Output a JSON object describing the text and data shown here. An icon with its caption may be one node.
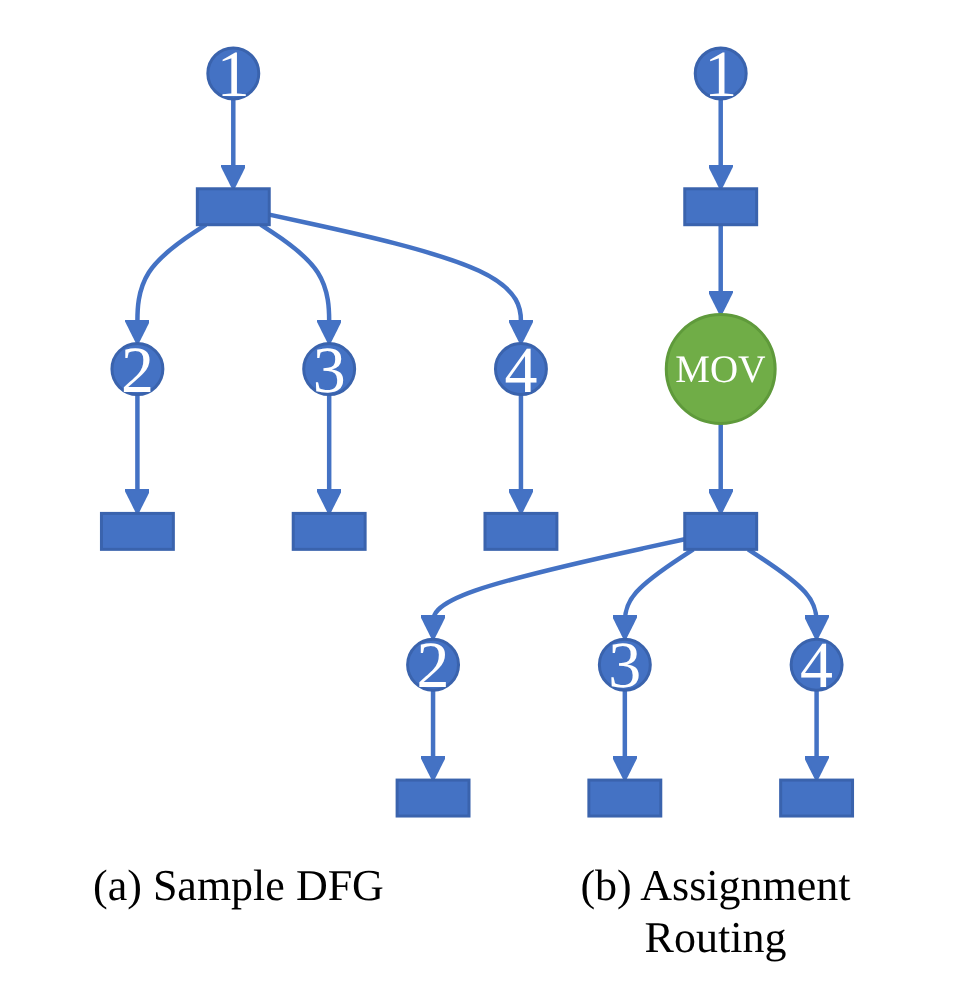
{
  "diagram": {
    "nodes": [
      {
        "text": [
          "1"
        ]
      },
      {
        "text": [],
        "shape": "box"
      },
      {
        "text": [
          "2"
        ]
      },
      {
        "text": [
          "3"
        ]
      },
      {
        "text": [
          "4"
        ]
      },
      {
        "text": [],
        "shape": "box"
      },
      {
        "text": [],
        "shape": "box"
      },
      {
        "text": [],
        "shape": "box"
      },
      {
        "text": [
          "1"
        ]
      },
      {
        "text": [],
        "shape": "box"
      },
      {
        "text": [
          "MOV"
        ]
      },
      {
        "text": [],
        "shape": "box"
      },
      {
        "text": [
          "2"
        ]
      },
      {
        "text": [
          "3"
        ]
      },
      {
        "text": [
          "4"
        ]
      },
      {
        "text": [],
        "shape": "box"
      },
      {
        "text": [],
        "shape": "box"
      },
      {
        "text": [],
        "shape": "box"
      }
    ],
    "edges": [
      {
        "from": 0,
        "to": 1,
        "arrow": "to"
      },
      {
        "from": 1,
        "to": 2,
        "arrow": "to"
      },
      {
        "from": 1,
        "to": 3,
        "arrow": "to"
      },
      {
        "from": 1,
        "to": 4,
        "arrow": "to"
      },
      {
        "from": 2,
        "to": 5,
        "arrow": "to"
      },
      {
        "from": 3,
        "to": 6,
        "arrow": "to"
      },
      {
        "from": 4,
        "to": 7,
        "arrow": "to"
      },
      {
        "from": 8,
        "to": 9,
        "arrow": "to"
      },
      {
        "from": 9,
        "to": 10,
        "arrow": "to"
      },
      {
        "from": 10,
        "to": 11,
        "arrow": "to"
      },
      {
        "from": 11,
        "to": 12,
        "arrow": "to"
      },
      {
        "from": 11,
        "to": 13,
        "arrow": "to"
      },
      {
        "from": 11,
        "to": 14,
        "arrow": "to"
      },
      {
        "from": 12,
        "to": 15,
        "arrow": "to"
      },
      {
        "from": 13,
        "to": 16,
        "arrow": "to"
      },
      {
        "from": 14,
        "to": 17,
        "arrow": "to"
      }
    ],
    "labels": [
      "(a) Sample DFG",
      "(b) Assignment Routing"
    ]
  }
}
